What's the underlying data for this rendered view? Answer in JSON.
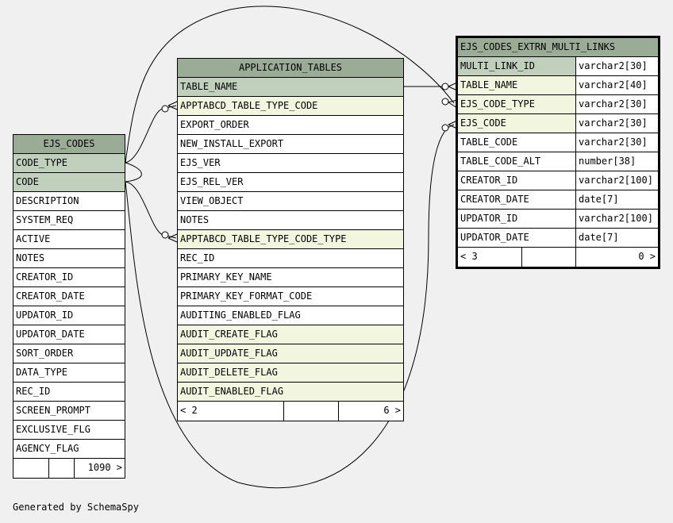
{
  "tables": {
    "ejs_codes": {
      "name": "EJS_CODES",
      "columns": [
        "CODE_TYPE",
        "CODE",
        "DESCRIPTION",
        "SYSTEM_REQ",
        "ACTIVE",
        "NOTES",
        "CREATOR_ID",
        "CREATOR_DATE",
        "UPDATOR_ID",
        "UPDATOR_DATE",
        "SORT_ORDER",
        "DATA_TYPE",
        "REC_ID",
        "SCREEN_PROMPT",
        "EXCLUSIVE_FLG",
        "AGENCY_FLAG"
      ],
      "footer": {
        "children": "1090 >"
      }
    },
    "application_tables": {
      "name": "APPLICATION_TABLES",
      "columns": [
        "TABLE_NAME",
        "APPTABCD_TABLE_TYPE_CODE",
        "EXPORT_ORDER",
        "NEW_INSTALL_EXPORT",
        "EJS_VER",
        "EJS_REL_VER",
        "VIEW_OBJECT",
        "NOTES",
        "APPTABCD_TABLE_TYPE_CODE_TYPE",
        "REC_ID",
        "PRIMARY_KEY_NAME",
        "PRIMARY_KEY_FORMAT_CODE",
        "AUDITING_ENABLED_FLAG",
        "AUDIT_CREATE_FLAG",
        "AUDIT_UPDATE_FLAG",
        "AUDIT_DELETE_FLAG",
        "AUDIT_ENABLED_FLAG"
      ],
      "footer": {
        "parents": "< 2",
        "children": "6 >"
      }
    },
    "ejs_codes_extrn_multi_links": {
      "name": "EJS_CODES_EXTRN_MULTI_LINKS",
      "columns": [
        {
          "name": "MULTI_LINK_ID",
          "type": "varchar2[30]"
        },
        {
          "name": "TABLE_NAME",
          "type": "varchar2[40]"
        },
        {
          "name": "EJS_CODE_TYPE",
          "type": "varchar2[30]"
        },
        {
          "name": "EJS_CODE",
          "type": "varchar2[30]"
        },
        {
          "name": "TABLE_CODE",
          "type": "varchar2[30]"
        },
        {
          "name": "TABLE_CODE_ALT",
          "type": "number[38]"
        },
        {
          "name": "CREATOR_ID",
          "type": "varchar2[100]"
        },
        {
          "name": "CREATOR_DATE",
          "type": "date[7]"
        },
        {
          "name": "UPDATOR_ID",
          "type": "varchar2[100]"
        },
        {
          "name": "UPDATOR_DATE",
          "type": "date[7]"
        }
      ],
      "footer": {
        "parents": "< 3",
        "children": "0 >"
      }
    }
  },
  "footer_text": "Generated by SchemaSpy",
  "colors": {
    "header": "#9aab96",
    "primary_key": "#c0d0bd",
    "foreign_key": "#f3f6df",
    "background": "#f0f0f0"
  }
}
